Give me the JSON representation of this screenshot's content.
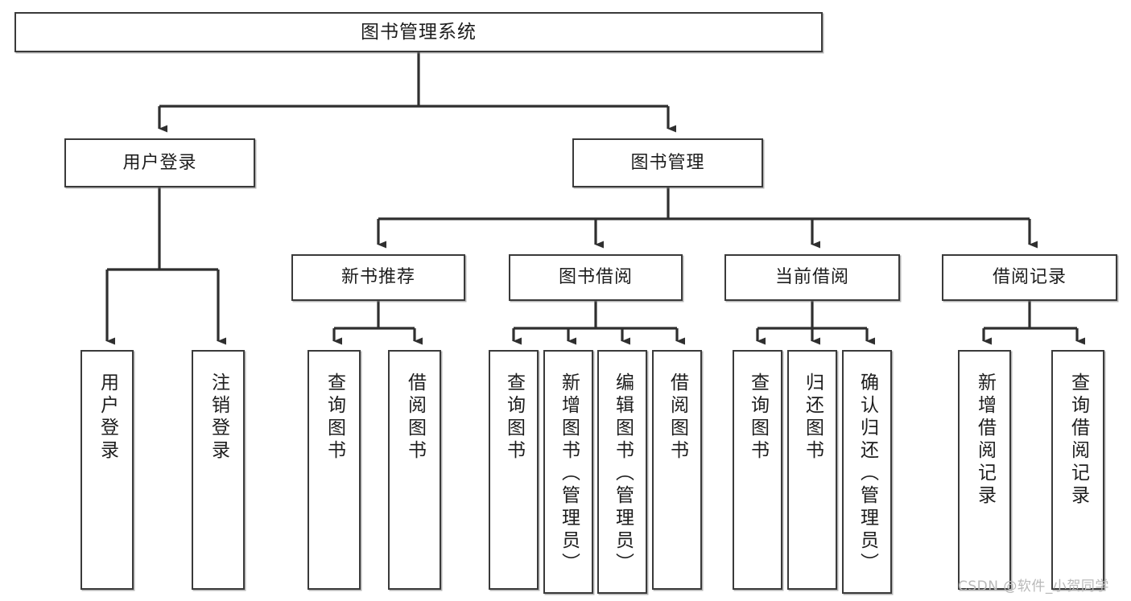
{
  "diagram": {
    "type": "tree-hierarchy",
    "title": "图书管理系统",
    "orientation": "top-down",
    "colors": {
      "box_border": "#3a3a3a",
      "box_fill": "#ffffff",
      "connector": "#2f2f2f",
      "text": "#1d1d1d",
      "watermark": "#b9b9b9"
    }
  },
  "root": {
    "label": "图书管理系统"
  },
  "level2": [
    {
      "label": "用户登录"
    },
    {
      "label": "图书管理"
    }
  ],
  "level3": [
    {
      "label": "新书推荐"
    },
    {
      "label": "图书借阅"
    },
    {
      "label": "当前借阅"
    },
    {
      "label": "借阅记录"
    }
  ],
  "leaves": {
    "user_login": [
      {
        "label": "用户登录"
      },
      {
        "label": "注销登录"
      }
    ],
    "new_book": [
      {
        "label": "查询图书"
      },
      {
        "label": "借阅图书"
      }
    ],
    "borrow": [
      {
        "label": "查询图书"
      },
      {
        "label": "新增图书（管理员）"
      },
      {
        "label": "编辑图书（管理员）"
      },
      {
        "label": "借阅图书"
      }
    ],
    "current": [
      {
        "label": "查询图书"
      },
      {
        "label": "归还图书"
      },
      {
        "label": "确认归还（管理员）"
      }
    ],
    "records": [
      {
        "label": "新增借阅记录"
      },
      {
        "label": "查询借阅记录"
      }
    ]
  },
  "watermark": {
    "text": "CSDN @软件_小贺同学"
  }
}
